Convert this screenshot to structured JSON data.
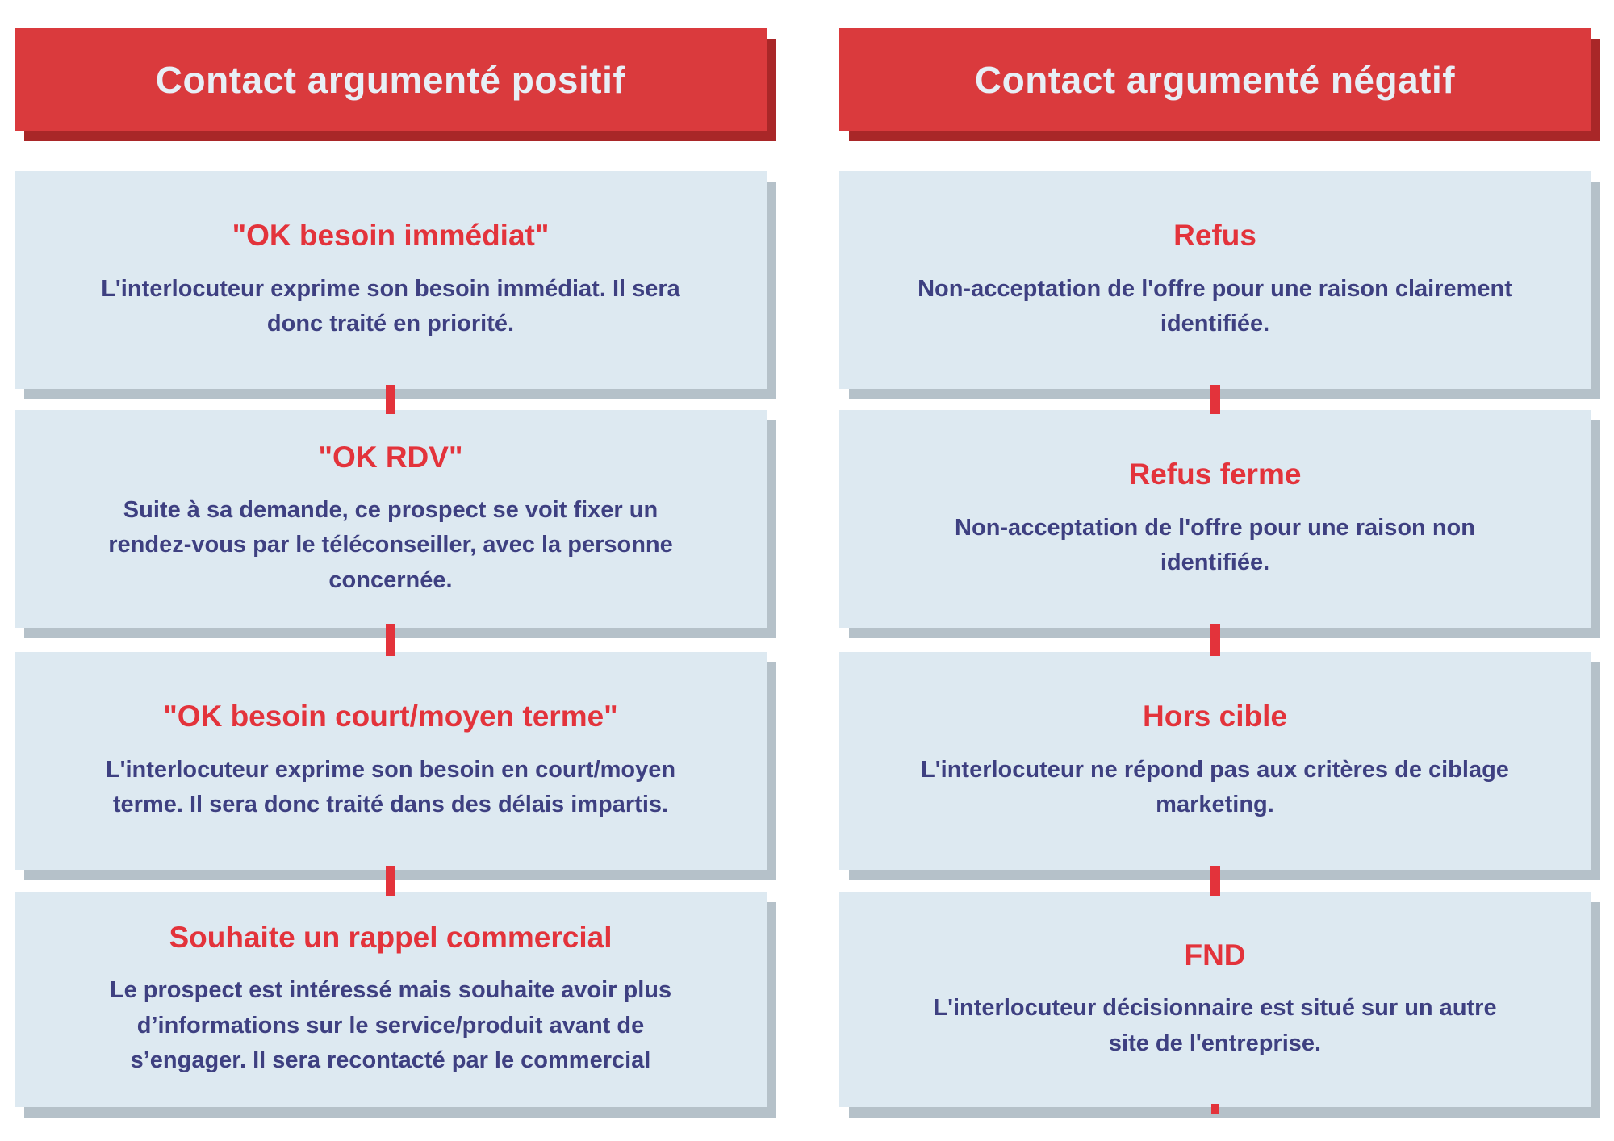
{
  "colors": {
    "header_red": "#da3a3d",
    "header_shadow_red": "#a92728",
    "header_text": "#e7eff6",
    "box_background": "#dde9f1",
    "box_shadow_gray": "#b5c1c9",
    "title_red": "#e3333b",
    "body_indigo": "#3e4081",
    "connector_red": "#e3333b",
    "page_background": "#ffffff"
  },
  "columns": [
    {
      "header": "Contact argumenté positif",
      "boxes": [
        {
          "title": "\"OK besoin immédiat\"",
          "body": "L'interlocuteur exprime son besoin immédiat. Il sera\ndonc traité en priorité."
        },
        {
          "title": "\"OK RDV\"",
          "body": "Suite à sa demande, ce prospect se voit fixer un\nrendez-vous par le téléconseiller, avec la personne\nconcernée."
        },
        {
          "title": "\"OK besoin court/moyen terme\"",
          "body": "L'interlocuteur exprime son besoin en court/moyen\nterme. Il sera donc traité dans des délais impartis."
        },
        {
          "title": "Souhaite un rappel commercial",
          "body": "Le prospect est intéressé mais souhaite avoir plus\nd’informations sur le service/produit avant de\ns’engager. Il sera recontacté par le commercial"
        }
      ]
    },
    {
      "header": "Contact argumenté négatif",
      "boxes": [
        {
          "title": "Refus",
          "body": "Non-acceptation de l'offre pour une raison clairement\nidentifiée."
        },
        {
          "title": "Refus ferme",
          "body": "Non-acceptation de l'offre pour une raison non\nidentifiée."
        },
        {
          "title": "Hors cible",
          "body": "L'interlocuteur ne répond pas aux critères de ciblage\nmarketing."
        },
        {
          "title": "FND",
          "body": "L'interlocuteur décisionnaire est situé sur un autre\nsite de l'entreprise."
        }
      ]
    }
  ]
}
